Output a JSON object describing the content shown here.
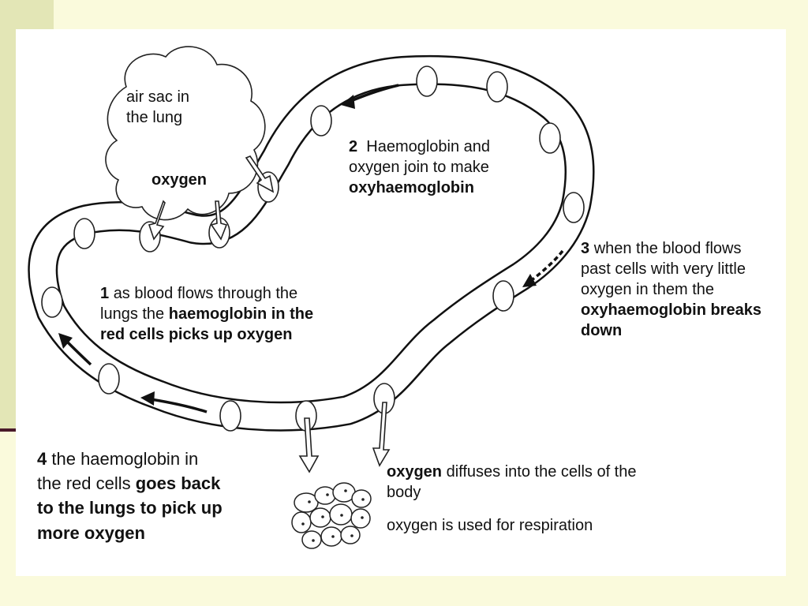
{
  "labels": {
    "air_sac": {
      "line1": "air sac in",
      "line2": "the lung"
    },
    "oxygen": "oxygen",
    "step2": {
      "num": "2",
      "line1": "Haemoglobin and",
      "line2": "oxygen join to make",
      "bold": "oxyhaemoglobin"
    },
    "step3": {
      "num": "3",
      "line1": "when the blood flows",
      "line2": "past cells with very little",
      "line3": "oxygen in them the",
      "bold1": "oxyhaemoglobin breaks",
      "bold2": "down"
    },
    "step1": {
      "num": "1",
      "line1": "as blood flows through the",
      "line2a": "lungs the ",
      "bold1": "haemoglobin in the",
      "bold2": "red cells picks up oxygen"
    },
    "step4": {
      "num": "4",
      "line1": "the haemoglobin in",
      "line2a": "the red cells ",
      "bold1": "goes back",
      "bold2": "to the lungs to pick up",
      "bold3": "more oxygen"
    },
    "diffuse": {
      "bold": "oxygen",
      "rest": "diffuses into the cells of the",
      "line2": "body"
    },
    "respiration": "oxygen is used for respiration"
  },
  "colors": {
    "slide_bg": "#fafadc",
    "side_bar": "#e3e6b6",
    "accent_line": "#4a1a2a",
    "panel": "#ffffff",
    "ink": "#111111"
  }
}
